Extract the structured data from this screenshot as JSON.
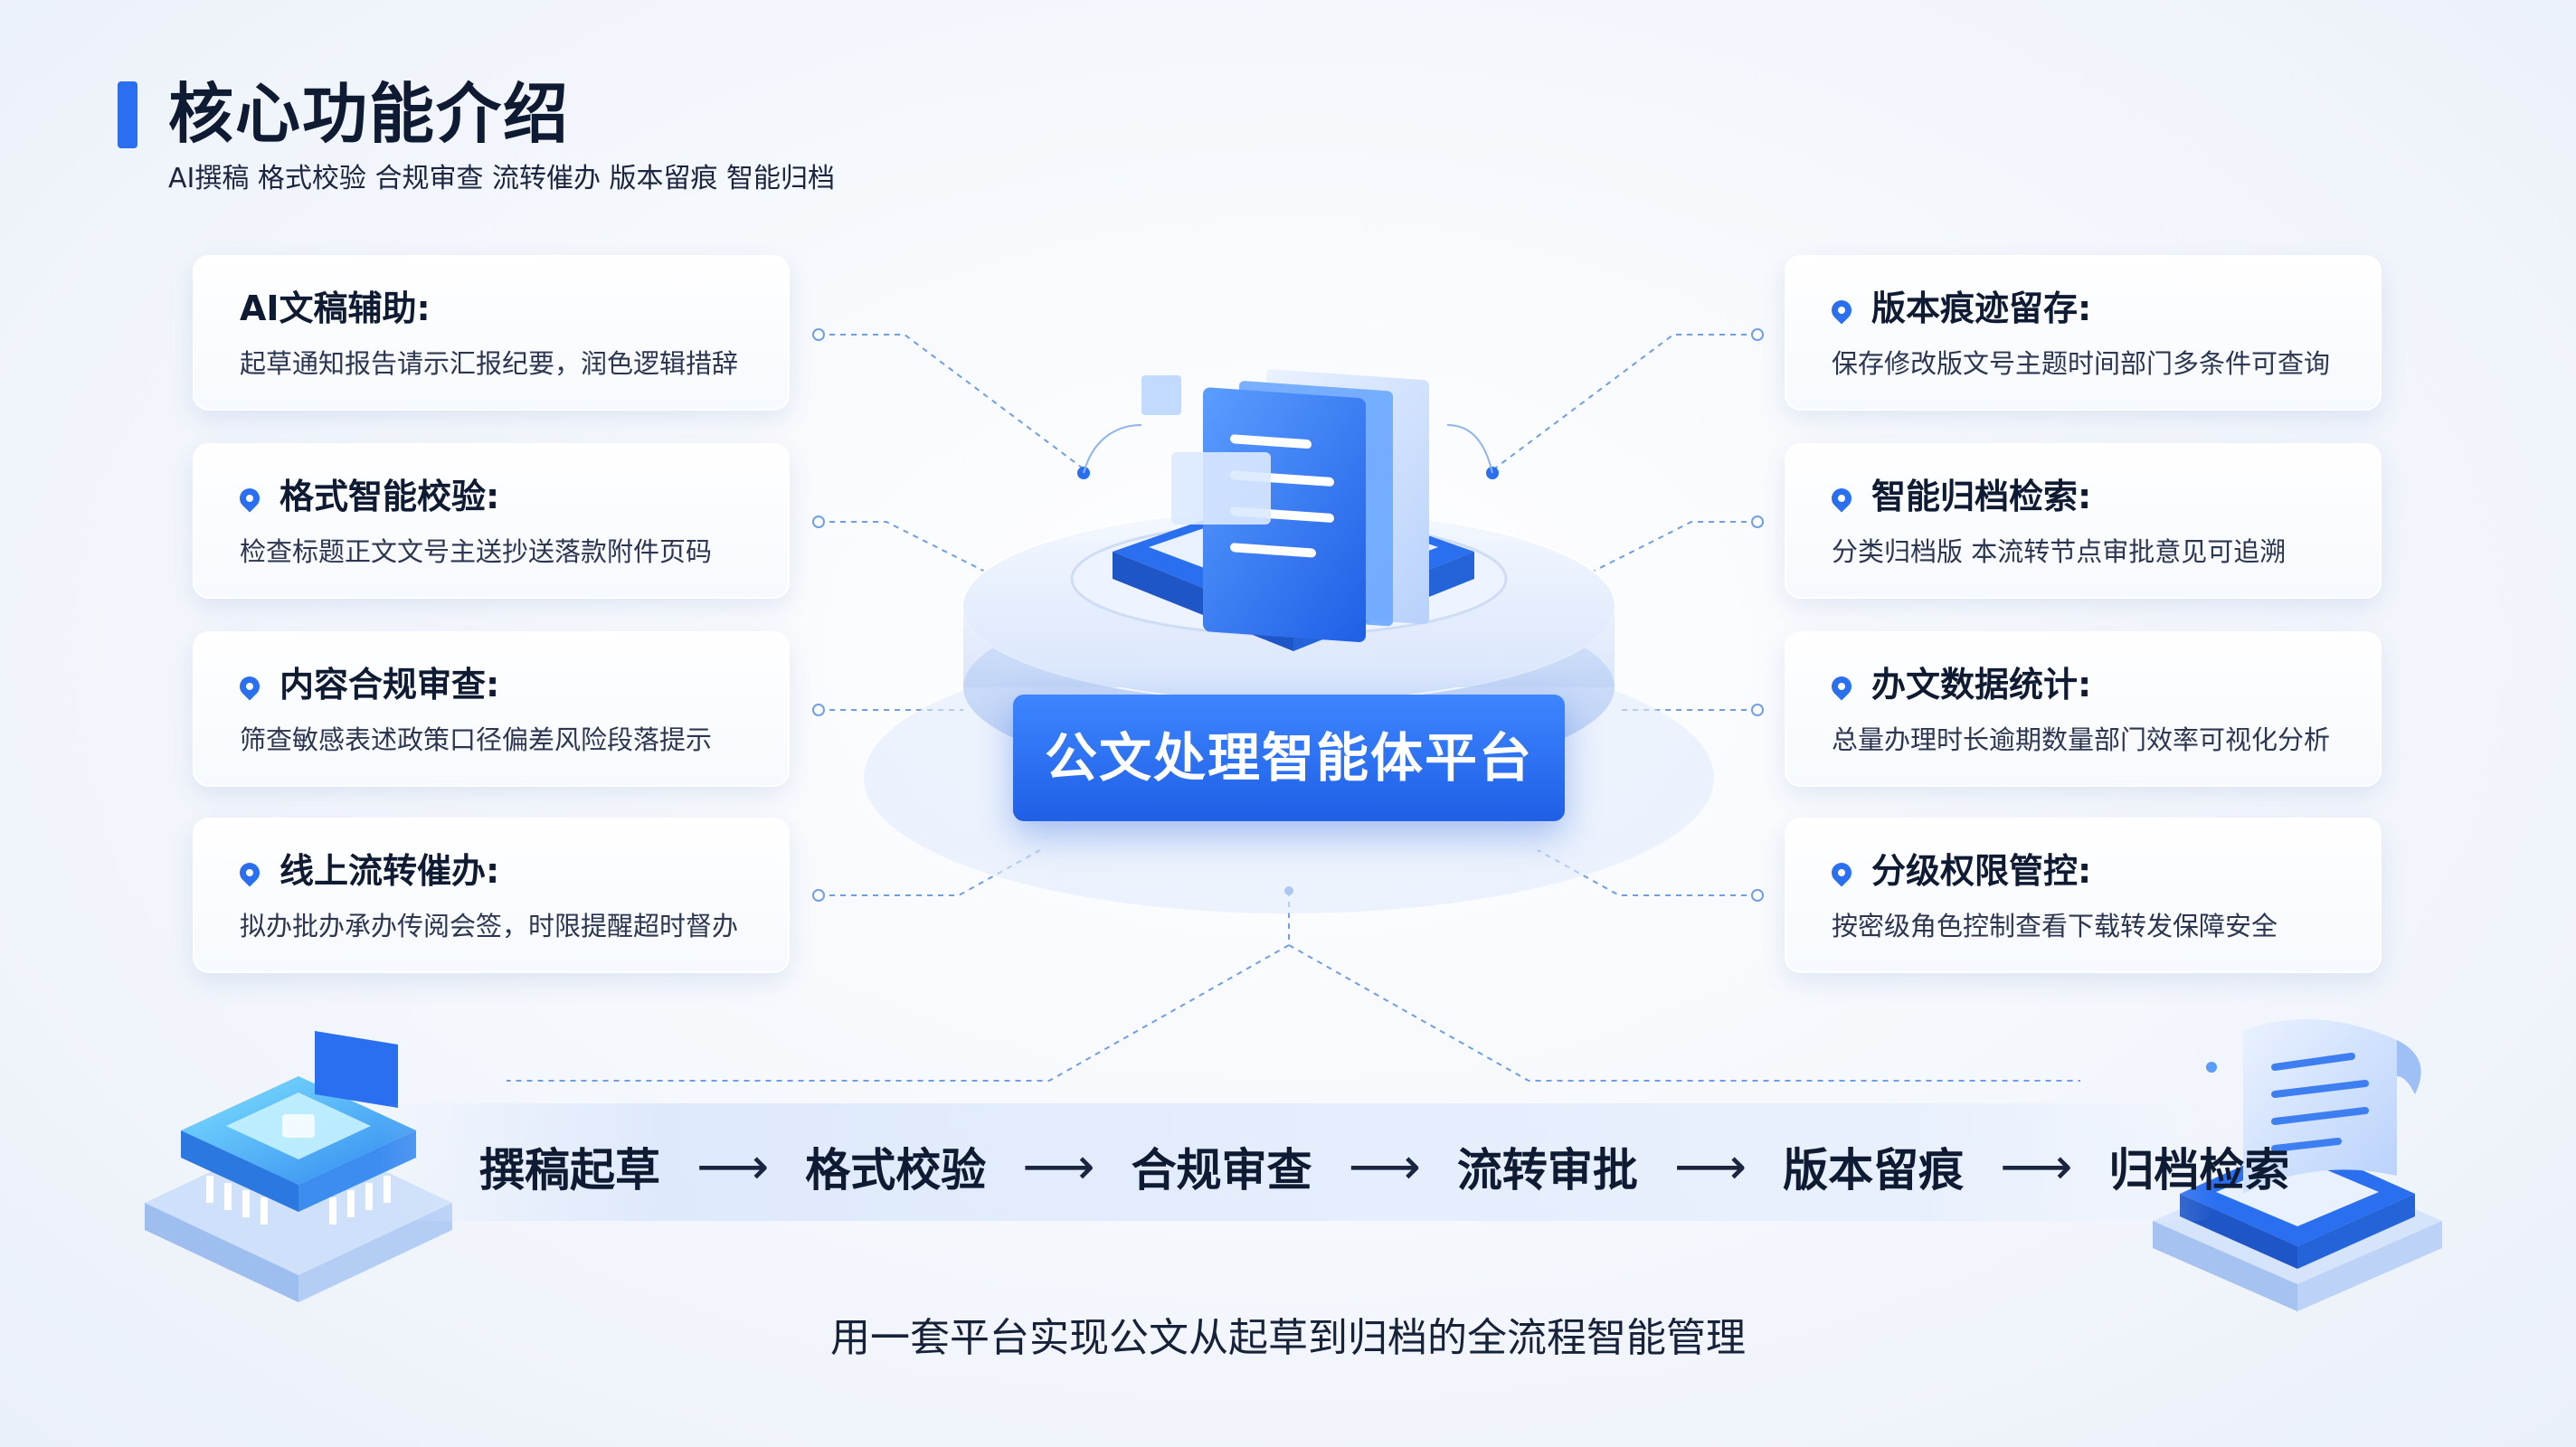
{
  "header": {
    "title": "核心功能介绍",
    "subtitle": "AI撰稿 格式校验 合规审查 流转催办 版本留痕 智能归档"
  },
  "left_cards": [
    {
      "title": "AI文稿辅助:",
      "desc": "起草通知报告请示汇报纪要，润色逻辑措辞",
      "pin": false
    },
    {
      "title": "格式智能校验:",
      "desc": "检查标题正文文号主送抄送落款附件页码",
      "pin": true
    },
    {
      "title": "内容合规审查:",
      "desc": "筛查敏感表述政策口径偏差风险段落提示",
      "pin": true
    },
    {
      "title": "线上流转催办:",
      "desc": "拟办批办承办传阅会签，时限提醒超时督办",
      "pin": true
    }
  ],
  "right_cards": [
    {
      "title": "版本痕迹留存:",
      "desc": "保存修改版文号主题时间部门多条件可查询",
      "pin": true
    },
    {
      "title": "智能归档检索:",
      "desc": "分类归档版  本流转节点审批意见可追溯",
      "pin": true
    },
    {
      "title": "办文数据统计:",
      "desc": "总量办理时长逾期数量部门效率可视化分析",
      "pin": true
    },
    {
      "title": "分级权限管控:",
      "desc": "按密级角色控制查看下载转发保障安全",
      "pin": true
    }
  ],
  "center": {
    "label": "公文处理智能体平台"
  },
  "flow": {
    "steps": [
      "撰稿起草",
      "格式校验",
      "合规审查",
      "流转审批",
      "版本留痕",
      "归档检索"
    ],
    "arrow": "⟶"
  },
  "footer": {
    "text": "用一套平台实现公文从起草到归档的全流程智能管理"
  },
  "colors": {
    "accent": "#2a6ff0",
    "title_text": "#0f1a33",
    "platform_gradient_top": "#3d86ff",
    "platform_gradient_bottom": "#1f5fe6"
  },
  "icons": {
    "center": "document-stack-icon",
    "bottom_left": "chip-icon",
    "bottom_right": "scroll-document-icon",
    "card_marker": "location-pin-icon"
  }
}
